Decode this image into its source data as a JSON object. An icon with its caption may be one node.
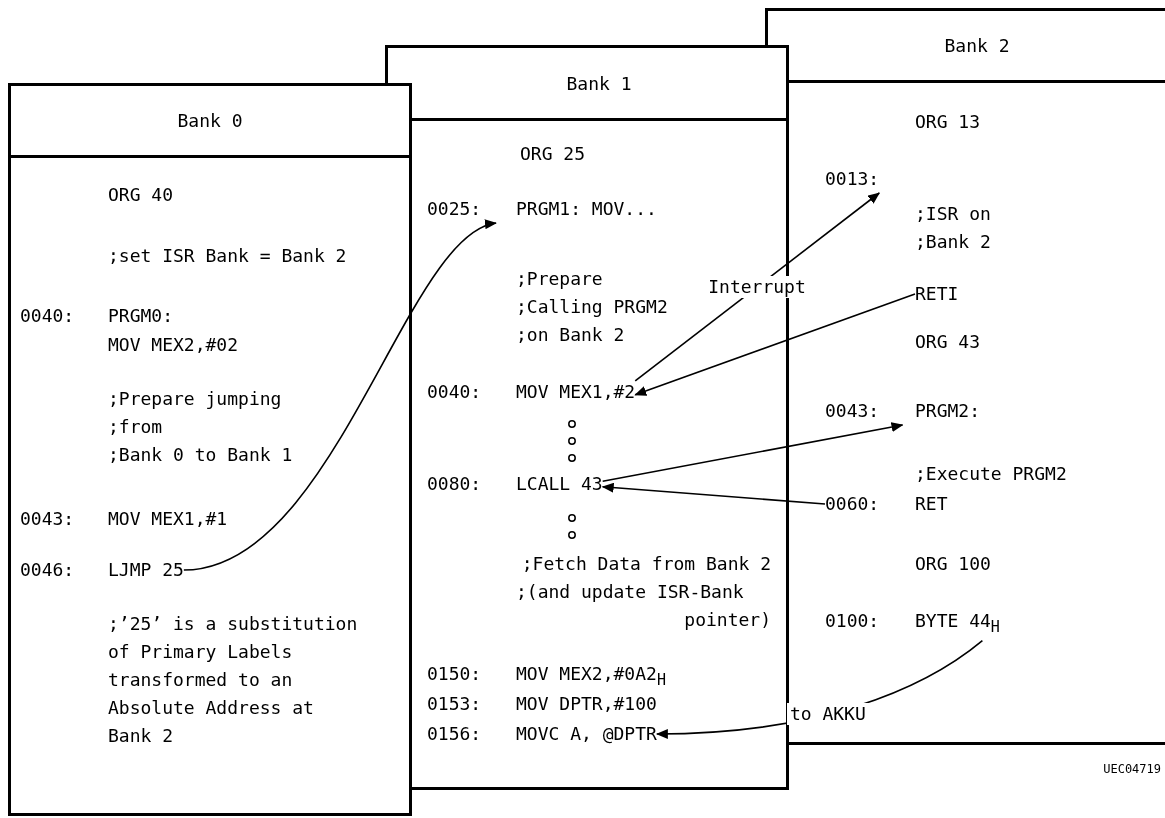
{
  "diagram": {
    "nodes": [
      {
        "text": [
          "Bank 0",
          "ORG 40",
          ";set ISR Bank = Bank 2",
          "0040:",
          "PRGM0:",
          "MOV MEX2,#02",
          ";Prepare jumping ;from ;Bank 0 to Bank 1",
          "0043:",
          "MOV MEX1,#1",
          ";’25’ is a substitution of Primary Labels transformed to an Absolute Address at Bank 2"
        ]
      },
      {
        "text": [
          "0046:",
          "LJMP 25"
        ],
        "in": 0
      },
      {
        "text": [
          "Bank 1",
          "ORG 25",
          ";Prepare ;Calling PRGM2 ;on Bank 2",
          ";Fetch Data from Bank 2 ;(and update ISR-Bank pointer)",
          "0150:",
          "MOV MEX2,#0A2$_{H}$",
          "0153:",
          "MOV DPTR,#100"
        ]
      },
      {
        "text": [
          "0025:",
          "PRGM1: MOV..."
        ],
        "in": 2
      },
      {
        "text": [
          "0040:",
          "MOV MEX1,#2"
        ],
        "in": 2
      },
      {
        "text": [
          "0080:",
          "LCALL 43"
        ],
        "in": 2
      },
      {
        "text": [
          "0156:",
          "MOVC A, @DPTR"
        ],
        "in": 2
      },
      {
        "text": [
          "Bank 2",
          "ORG 13",
          ";ISR on ;Bank 2",
          "ORG 43",
          ";Execute PRGM2",
          "ORG 100"
        ]
      },
      {
        "text": [
          "0013:"
        ],
        "in": 7
      },
      {
        "text": [
          "RETI"
        ],
        "in": 7
      },
      {
        "text": [
          "0043:",
          "PRGM2:"
        ],
        "in": 7
      },
      {
        "text": [
          "0060:",
          "RET"
        ],
        "in": 7
      },
      {
        "text": [
          "0100:",
          "BYTE 44$_{H}$"
        ],
        "in": 7
      }
    ],
    "edges": [
      {
        "from": 1,
        "to": 3,
        "arrow": "to"
      },
      {
        "from": 4,
        "to": 8,
        "arrow": "to",
        "label": "Interrupt"
      },
      {
        "from": 9,
        "to": 4,
        "arrow": "to"
      },
      {
        "from": 5,
        "to": 10,
        "arrow": "to"
      },
      {
        "from": 11,
        "to": 5,
        "arrow": "to"
      },
      {
        "from": 12,
        "to": 6,
        "arrow": "to",
        "label": "to AKKU"
      }
    ],
    "labels": [
      "UEC04719"
    ]
  }
}
